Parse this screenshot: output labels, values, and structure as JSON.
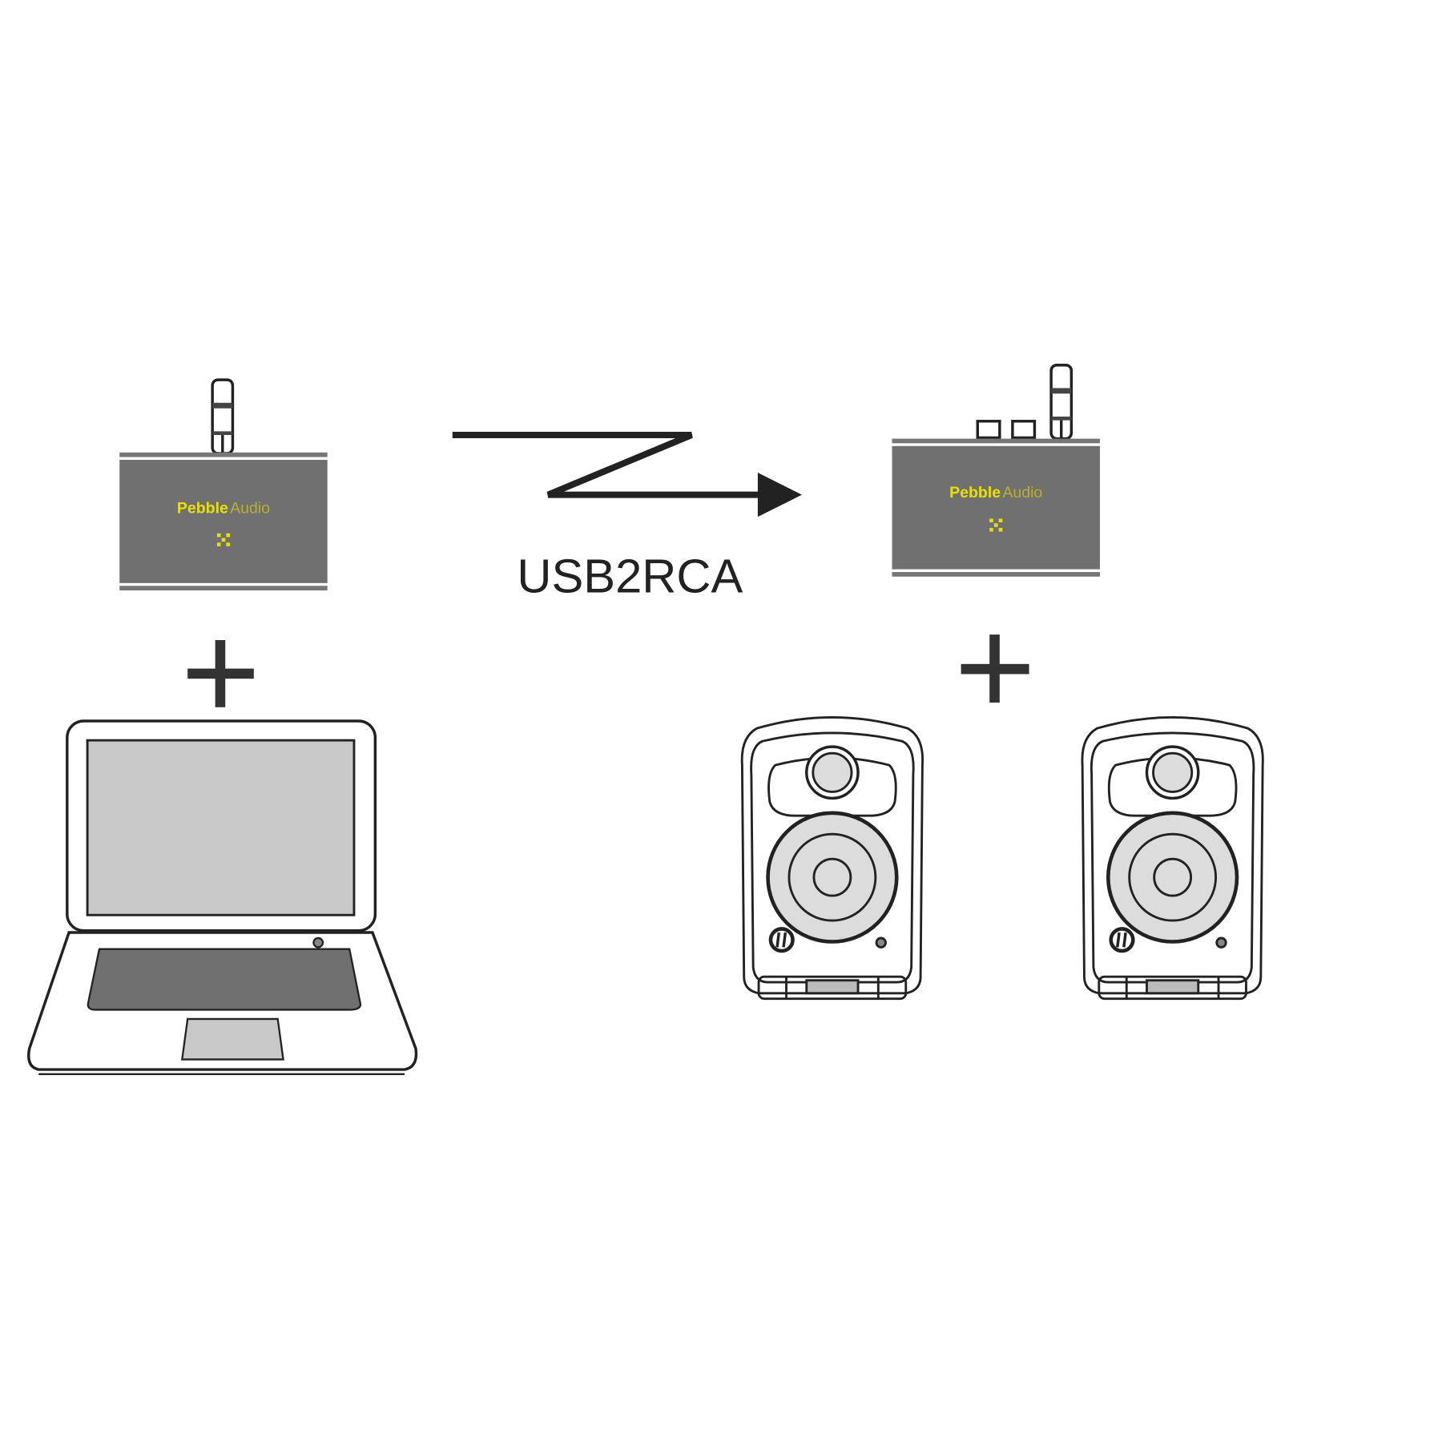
{
  "diagram": {
    "source_device": {
      "brand_bold": "Pebble",
      "brand_light": "Audio"
    },
    "target_device": {
      "brand_bold": "Pebble",
      "brand_light": "Audio"
    },
    "connection_label": "USB2RCA",
    "plus_symbol": "+"
  },
  "colors": {
    "device_body": "#707070",
    "brand_yellow": "#e8e000",
    "screen_gray": "#c8c8c8",
    "driver_gray": "#dcdcdc",
    "line": "#222222"
  }
}
